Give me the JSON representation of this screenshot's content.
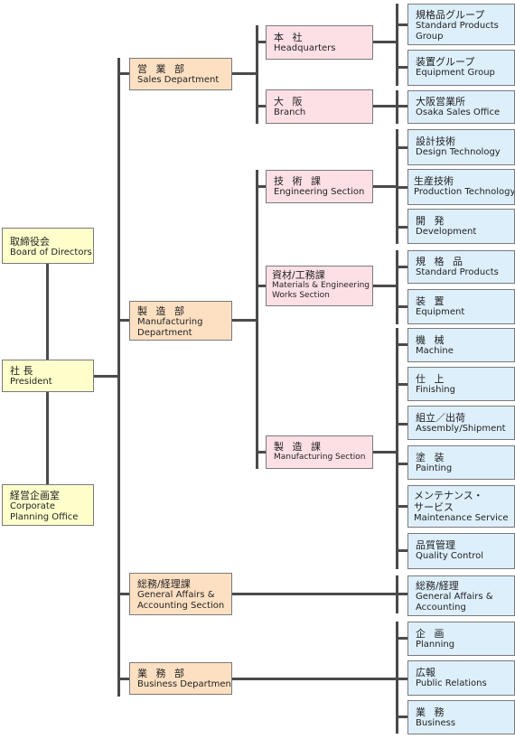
{
  "top": {
    "board": {
      "jp": "取締役会",
      "en": "Board of Directors"
    },
    "president": {
      "jp": "社 長",
      "en": "President"
    },
    "planning": {
      "jp": "経営企画室",
      "en1": "Corporate",
      "en2": "Planning Office"
    }
  },
  "departments": {
    "sales": {
      "jp": "営 業 部",
      "en": "Sales Department"
    },
    "manufacturing": {
      "jp": "製 造 部",
      "en1": "Manufacturing",
      "en2": "Department"
    },
    "general": {
      "jp": "総務/経理課",
      "en1": "General Affairs &",
      "en2": "Accounting Section"
    },
    "business": {
      "jp": "業 務 部",
      "en": "Business Department"
    }
  },
  "sections": {
    "hq": {
      "jp": "本 社",
      "en": "Headquarters"
    },
    "branch": {
      "jp": "大 阪",
      "en": "Branch"
    },
    "engineering": {
      "jp": "技 術 課",
      "en": "Engineering Section"
    },
    "materials": {
      "jp": "資材/工務課",
      "en1": "Materials & Engineering",
      "en2": "Works Section"
    },
    "manufacturing_sec": {
      "jp": "製 造 課",
      "en": "Manufacturing Section"
    }
  },
  "units": {
    "std_group": {
      "jp": "規格品グループ",
      "en1": "Standard Products",
      "en2": "Group"
    },
    "equip_group": {
      "jp": "装置グループ",
      "en": "Equipment Group"
    },
    "osaka_office": {
      "jp": "大阪営業所",
      "en": "Osaka Sales Office"
    },
    "design": {
      "jp": "設計技術",
      "en": "Design Technology"
    },
    "production": {
      "jp": "生産技術",
      "en": "Production Technology"
    },
    "development": {
      "jp": "開 発",
      "en": "Development"
    },
    "std_products": {
      "jp": "規 格 品",
      "en": "Standard Products"
    },
    "equipment": {
      "jp": "装 置",
      "en": "Equipment"
    },
    "machine": {
      "jp": "機 械",
      "en": "Machine"
    },
    "finishing": {
      "jp": "仕 上",
      "en": "Finishing"
    },
    "assembly": {
      "jp": "組立／出荷",
      "en": "Assembly/Shipment"
    },
    "painting": {
      "jp": "塗 装",
      "en": "Painting"
    },
    "maintenance": {
      "jp1": "メンテナンス・",
      "jp2": "サービス",
      "en": "Maintenance Service"
    },
    "quality": {
      "jp": "品質管理",
      "en": "Quality Control"
    },
    "general_acc": {
      "jp": "総務/経理",
      "en1": "General Affairs &",
      "en2": "Accounting"
    },
    "planning_unit": {
      "jp": "企 画",
      "en": "Planning"
    },
    "pr": {
      "jp": "広報",
      "en": "Public Relations"
    },
    "business_unit": {
      "jp": "業 務",
      "en": "Business"
    }
  },
  "colors": {
    "top": "#ffffcc",
    "department": "#fde0c2",
    "section": "#fde0e6",
    "unit": "#ddeffb",
    "line": "#4a4a4a"
  }
}
